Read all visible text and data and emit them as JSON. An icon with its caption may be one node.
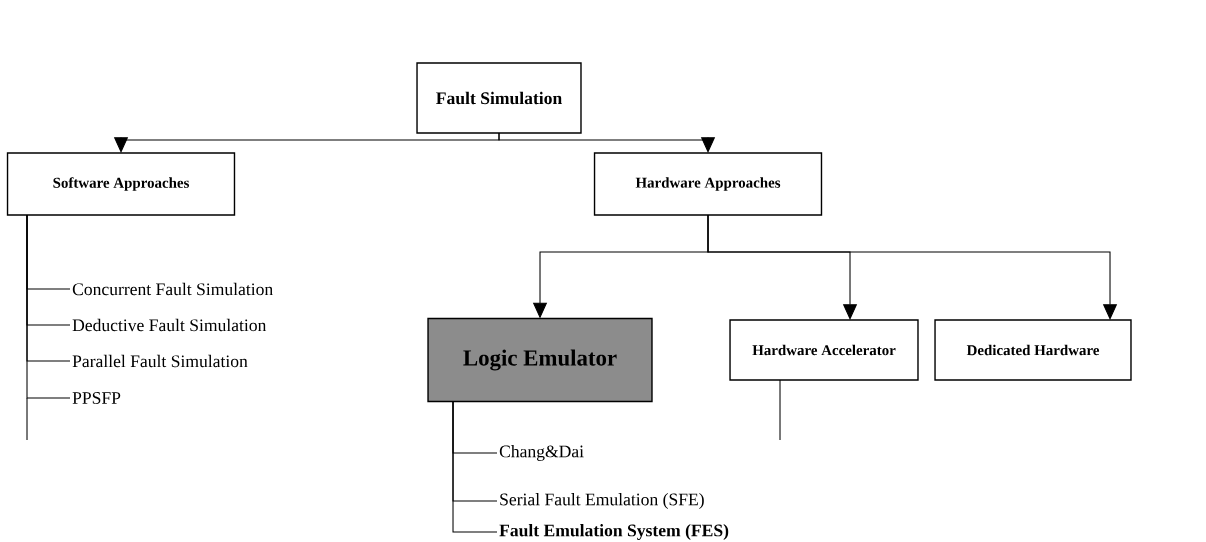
{
  "diagram": {
    "nodes": [
      {
        "text": [
          "Fault Simulation"
        ]
      },
      {
        "text": [
          "Software Approaches"
        ]
      },
      {
        "text": [
          "Hardware Approaches"
        ]
      },
      {
        "text": [
          "Logic Emulator"
        ]
      },
      {
        "text": [
          "Hardware Accelerator"
        ]
      },
      {
        "text": [
          "Dedicated Hardware"
        ]
      },
      {
        "text": [
          "Concurrent Fault Simulation"
        ]
      },
      {
        "text": [
          "Deductive Fault Simulation"
        ]
      },
      {
        "text": [
          "Parallel Fault Simulation"
        ]
      },
      {
        "text": [
          "PPSFP"
        ]
      },
      {
        "text": [
          "Chang&Dai"
        ]
      },
      {
        "text": [
          "Serial Fault Emulation (SFE)"
        ]
      },
      {
        "text": [
          "Fault Emulation System (FES)"
        ]
      }
    ],
    "edges": [
      {
        "from": 0,
        "to": 1,
        "arrow": "to"
      },
      {
        "from": 0,
        "to": 2,
        "arrow": "to"
      },
      {
        "from": 2,
        "to": 3,
        "arrow": "to"
      },
      {
        "from": 2,
        "to": 4,
        "arrow": "to"
      },
      {
        "from": 2,
        "to": 5,
        "arrow": "to"
      },
      {
        "from": 1,
        "to": 6,
        "arrow": "none"
      },
      {
        "from": 1,
        "to": 7,
        "arrow": "none"
      },
      {
        "from": 1,
        "to": 8,
        "arrow": "none"
      },
      {
        "from": 1,
        "to": 9,
        "arrow": "none"
      },
      {
        "from": 3,
        "to": 10,
        "arrow": "none"
      },
      {
        "from": 3,
        "to": 11,
        "arrow": "none"
      },
      {
        "from": 3,
        "to": 12,
        "arrow": "none"
      }
    ]
  }
}
